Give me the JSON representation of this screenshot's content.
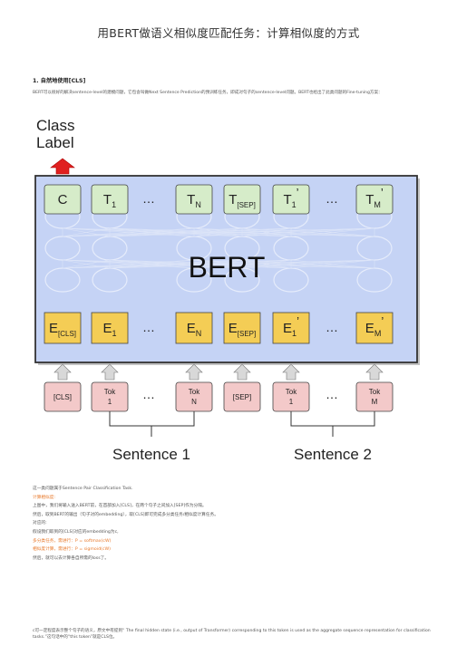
{
  "page": {
    "title": "用BERT做语义相似度匹配任务：计算相似度的方式",
    "section_heading": "1. 自然地使用[CLS]",
    "intro": "BERT可以很好的解决sentence-level的建模问题，它包含叫做Next Sentence Prediction的预训练任务，即成对句子的sentence-level问题。BERT也给出了此类问题的Fine-tuning方案："
  },
  "figure": {
    "class_label": [
      "Class",
      "Label"
    ],
    "model_label": "BERT",
    "output_tokens": [
      {
        "main": "C",
        "sub": "",
        "prime": ""
      },
      {
        "main": "T",
        "sub": "1",
        "prime": ""
      },
      {
        "main": "…",
        "sub": "",
        "prime": ""
      },
      {
        "main": "T",
        "sub": "N",
        "prime": ""
      },
      {
        "main": "T",
        "sub": "[SEP]",
        "prime": ""
      },
      {
        "main": "T",
        "sub": "1",
        "prime": "’"
      },
      {
        "main": "…",
        "sub": "",
        "prime": ""
      },
      {
        "main": "T",
        "sub": "M",
        "prime": "’"
      }
    ],
    "embeddings": [
      {
        "main": "E",
        "sub": "[CLS]",
        "prime": ""
      },
      {
        "main": "E",
        "sub": "1",
        "prime": ""
      },
      {
        "main": "…",
        "sub": "",
        "prime": ""
      },
      {
        "main": "E",
        "sub": "N",
        "prime": ""
      },
      {
        "main": "E",
        "sub": "[SEP]",
        "prime": ""
      },
      {
        "main": "E",
        "sub": "1",
        "prime": "’"
      },
      {
        "main": "…",
        "sub": "",
        "prime": ""
      },
      {
        "main": "E",
        "sub": "M",
        "prime": "’"
      }
    ],
    "input_tokens": [
      {
        "line1": "[CLS]",
        "line2": ""
      },
      {
        "line1": "Tok",
        "line2": "1"
      },
      {
        "line1": "…",
        "line2": ""
      },
      {
        "line1": "Tok",
        "line2": "N"
      },
      {
        "line1": "[SEP]",
        "line2": ""
      },
      {
        "line1": "Tok",
        "line2": "1"
      },
      {
        "line1": "…",
        "line2": ""
      },
      {
        "line1": "Tok",
        "line2": "M"
      }
    ],
    "sentence_1": "Sentence 1",
    "sentence_2": "Sentence 2",
    "colors": {
      "bert_fill": "#c5d3f5",
      "output_fill": "#d6ecc9",
      "embedding_fill": "#f4cd55",
      "input_fill": "#f3c9c9",
      "arrow_red": "#e02020",
      "arrow_gray": "#d8d8d8"
    }
  },
  "body": {
    "lines": [
      {
        "text": "这一类问题属于Sentence Pair Classification Task.",
        "style": "normal"
      },
      {
        "text": "计算相似度:",
        "style": "orange"
      },
      {
        "text": "上图中，我们将输入送入BERT前，在首部加入[CLS]，在两个句子之间加入[SEP]作为分隔。",
        "style": "normal"
      },
      {
        "text": "然后，取到BERT的输出（句子对的embedding），取[CLS]即可完成多分类任务/相似度计算任务。",
        "style": "normal"
      },
      {
        "text": "对应的:",
        "style": "normal"
      },
      {
        "text": "假设我们取到的[CLS]对应的embedding为c,",
        "style": "normal"
      },
      {
        "text": "多分类任务，需进行：P = softmax(cW)",
        "style": "orange"
      },
      {
        "text": "相似度计算，需进行：P = sigmoid(cW)",
        "style": "orange"
      },
      {
        "text": "然后，就可以去计算各自所需的loss了。",
        "style": "normal"
      }
    ],
    "note": "c可一定程度表示整个句子的语义，原文中有提到“ The final hidden state (i.e., output of Transformer) corresponding to this token is used as the aggregate sequence representation for classification tasks.”这句话中的“this token”就是CLS位。"
  }
}
